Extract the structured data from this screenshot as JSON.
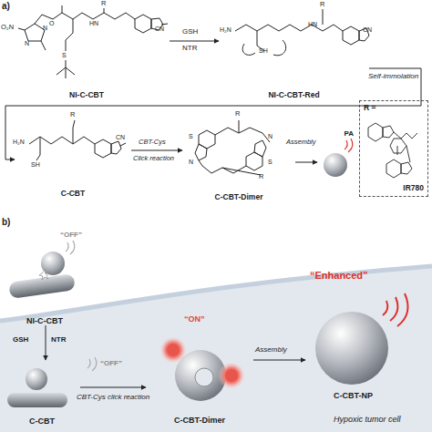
{
  "diagram": {
    "nodes": [
      {
        "text": [
          "NI-C-CBT"
        ]
      },
      {
        "text": [
          "NI-C-CBT-Red"
        ]
      },
      {
        "text": [
          "C-CBT"
        ]
      },
      {
        "text": [
          "C-CBT-Dimer"
        ]
      },
      {
        "text": [
          "PA"
        ]
      },
      {
        "text": [
          "R =",
          "IR780"
        ]
      },
      {
        "text": [
          "NI-C-CBT"
        ]
      },
      {
        "text": [
          "C-CBT"
        ]
      },
      {
        "text": [
          "C-CBT-Dimer"
        ]
      },
      {
        "text": [
          "C-CBT-NP"
        ]
      }
    ],
    "edges": [
      {
        "from": 0,
        "to": 1,
        "arrow": "to",
        "label": "GSH"
      },
      {
        "from": 1,
        "to": 2,
        "arrow": "to",
        "label": "Self-immolation"
      },
      {
        "from": 2,
        "to": 3,
        "arrow": "to",
        "label": "CBT-Cys"
      },
      {
        "from": 3,
        "to": 4,
        "arrow": "to",
        "label": "Assembly"
      },
      {
        "from": 6,
        "to": 7,
        "arrow": "to",
        "label": "GSH"
      },
      {
        "from": 7,
        "to": 8,
        "arrow": "to",
        "label": "CBT-Cys click reaction"
      },
      {
        "from": 8,
        "to": 9,
        "arrow": "to",
        "label": "Assembly"
      }
    ],
    "labels": [
      "a)",
      "NTR",
      "Click reaction",
      "O₂N",
      "N",
      "N",
      "O",
      "S",
      "R",
      "HN",
      "CN",
      "H₂N",
      "SH",
      "R",
      "HN",
      "CN",
      "H₂N",
      "SH",
      "R",
      "CN",
      "S",
      "N",
      "R",
      "R",
      "N",
      "S",
      "b)",
      "“OFF”",
      "NTR",
      "“OFF”",
      "“ON”",
      "“Enhanced”",
      "Hypoxic tumor cell"
    ]
  }
}
